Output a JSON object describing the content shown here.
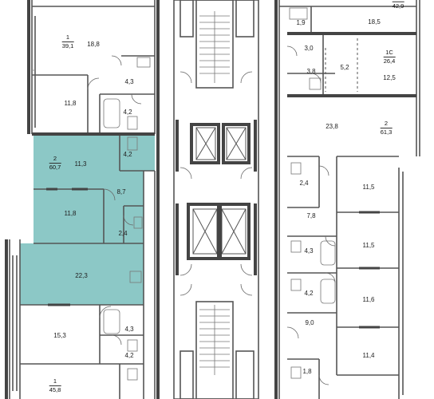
{
  "plan": {
    "highlight_color": "#8cc8c6",
    "wall_color": "#555555",
    "apartments": [
      {
        "id": "apt-top-right",
        "rooms": "",
        "area": "42,9"
      },
      {
        "id": "apt-1-top-left",
        "rooms": "1",
        "area": "39,1"
      },
      {
        "id": "apt-1c-right",
        "rooms": "1С",
        "area": "26,4"
      },
      {
        "id": "apt-2-highlight",
        "rooms": "2",
        "area": "60,7"
      },
      {
        "id": "apt-2-right",
        "rooms": "2",
        "area": "61,3"
      },
      {
        "id": "apt-1-bottom-left",
        "rooms": "1",
        "area": "45,8"
      }
    ],
    "rooms": [
      {
        "id": "r1",
        "area": "18,8"
      },
      {
        "id": "r2",
        "area": "4,3"
      },
      {
        "id": "r3",
        "area": "11,8"
      },
      {
        "id": "r4",
        "area": "4,2"
      },
      {
        "id": "r5",
        "area": "4,2"
      },
      {
        "id": "r6",
        "area": "11,3"
      },
      {
        "id": "r7",
        "area": "8,7"
      },
      {
        "id": "r8",
        "area": "11,8"
      },
      {
        "id": "r9",
        "area": "2,4"
      },
      {
        "id": "r10",
        "area": "22,3"
      },
      {
        "id": "r11",
        "area": "15,3"
      },
      {
        "id": "r12",
        "area": "4,3"
      },
      {
        "id": "r13",
        "area": "4,2"
      },
      {
        "id": "r14",
        "area": "18,5"
      },
      {
        "id": "r15",
        "area": "1,9"
      },
      {
        "id": "r16",
        "area": "3,0"
      },
      {
        "id": "r17",
        "area": "3,8"
      },
      {
        "id": "r18",
        "area": "5,2"
      },
      {
        "id": "r19",
        "area": "12,5"
      },
      {
        "id": "r20",
        "area": "23,8"
      },
      {
        "id": "r21",
        "area": "2,4"
      },
      {
        "id": "r22",
        "area": "11,5"
      },
      {
        "id": "r23",
        "area": "7,8"
      },
      {
        "id": "r24",
        "area": "11,5"
      },
      {
        "id": "r25",
        "area": "4,3"
      },
      {
        "id": "r26",
        "area": "4,2"
      },
      {
        "id": "r27",
        "area": "11,6"
      },
      {
        "id": "r28",
        "area": "9,0"
      },
      {
        "id": "r29",
        "area": "11,4"
      },
      {
        "id": "r30",
        "area": "1,8"
      }
    ]
  }
}
